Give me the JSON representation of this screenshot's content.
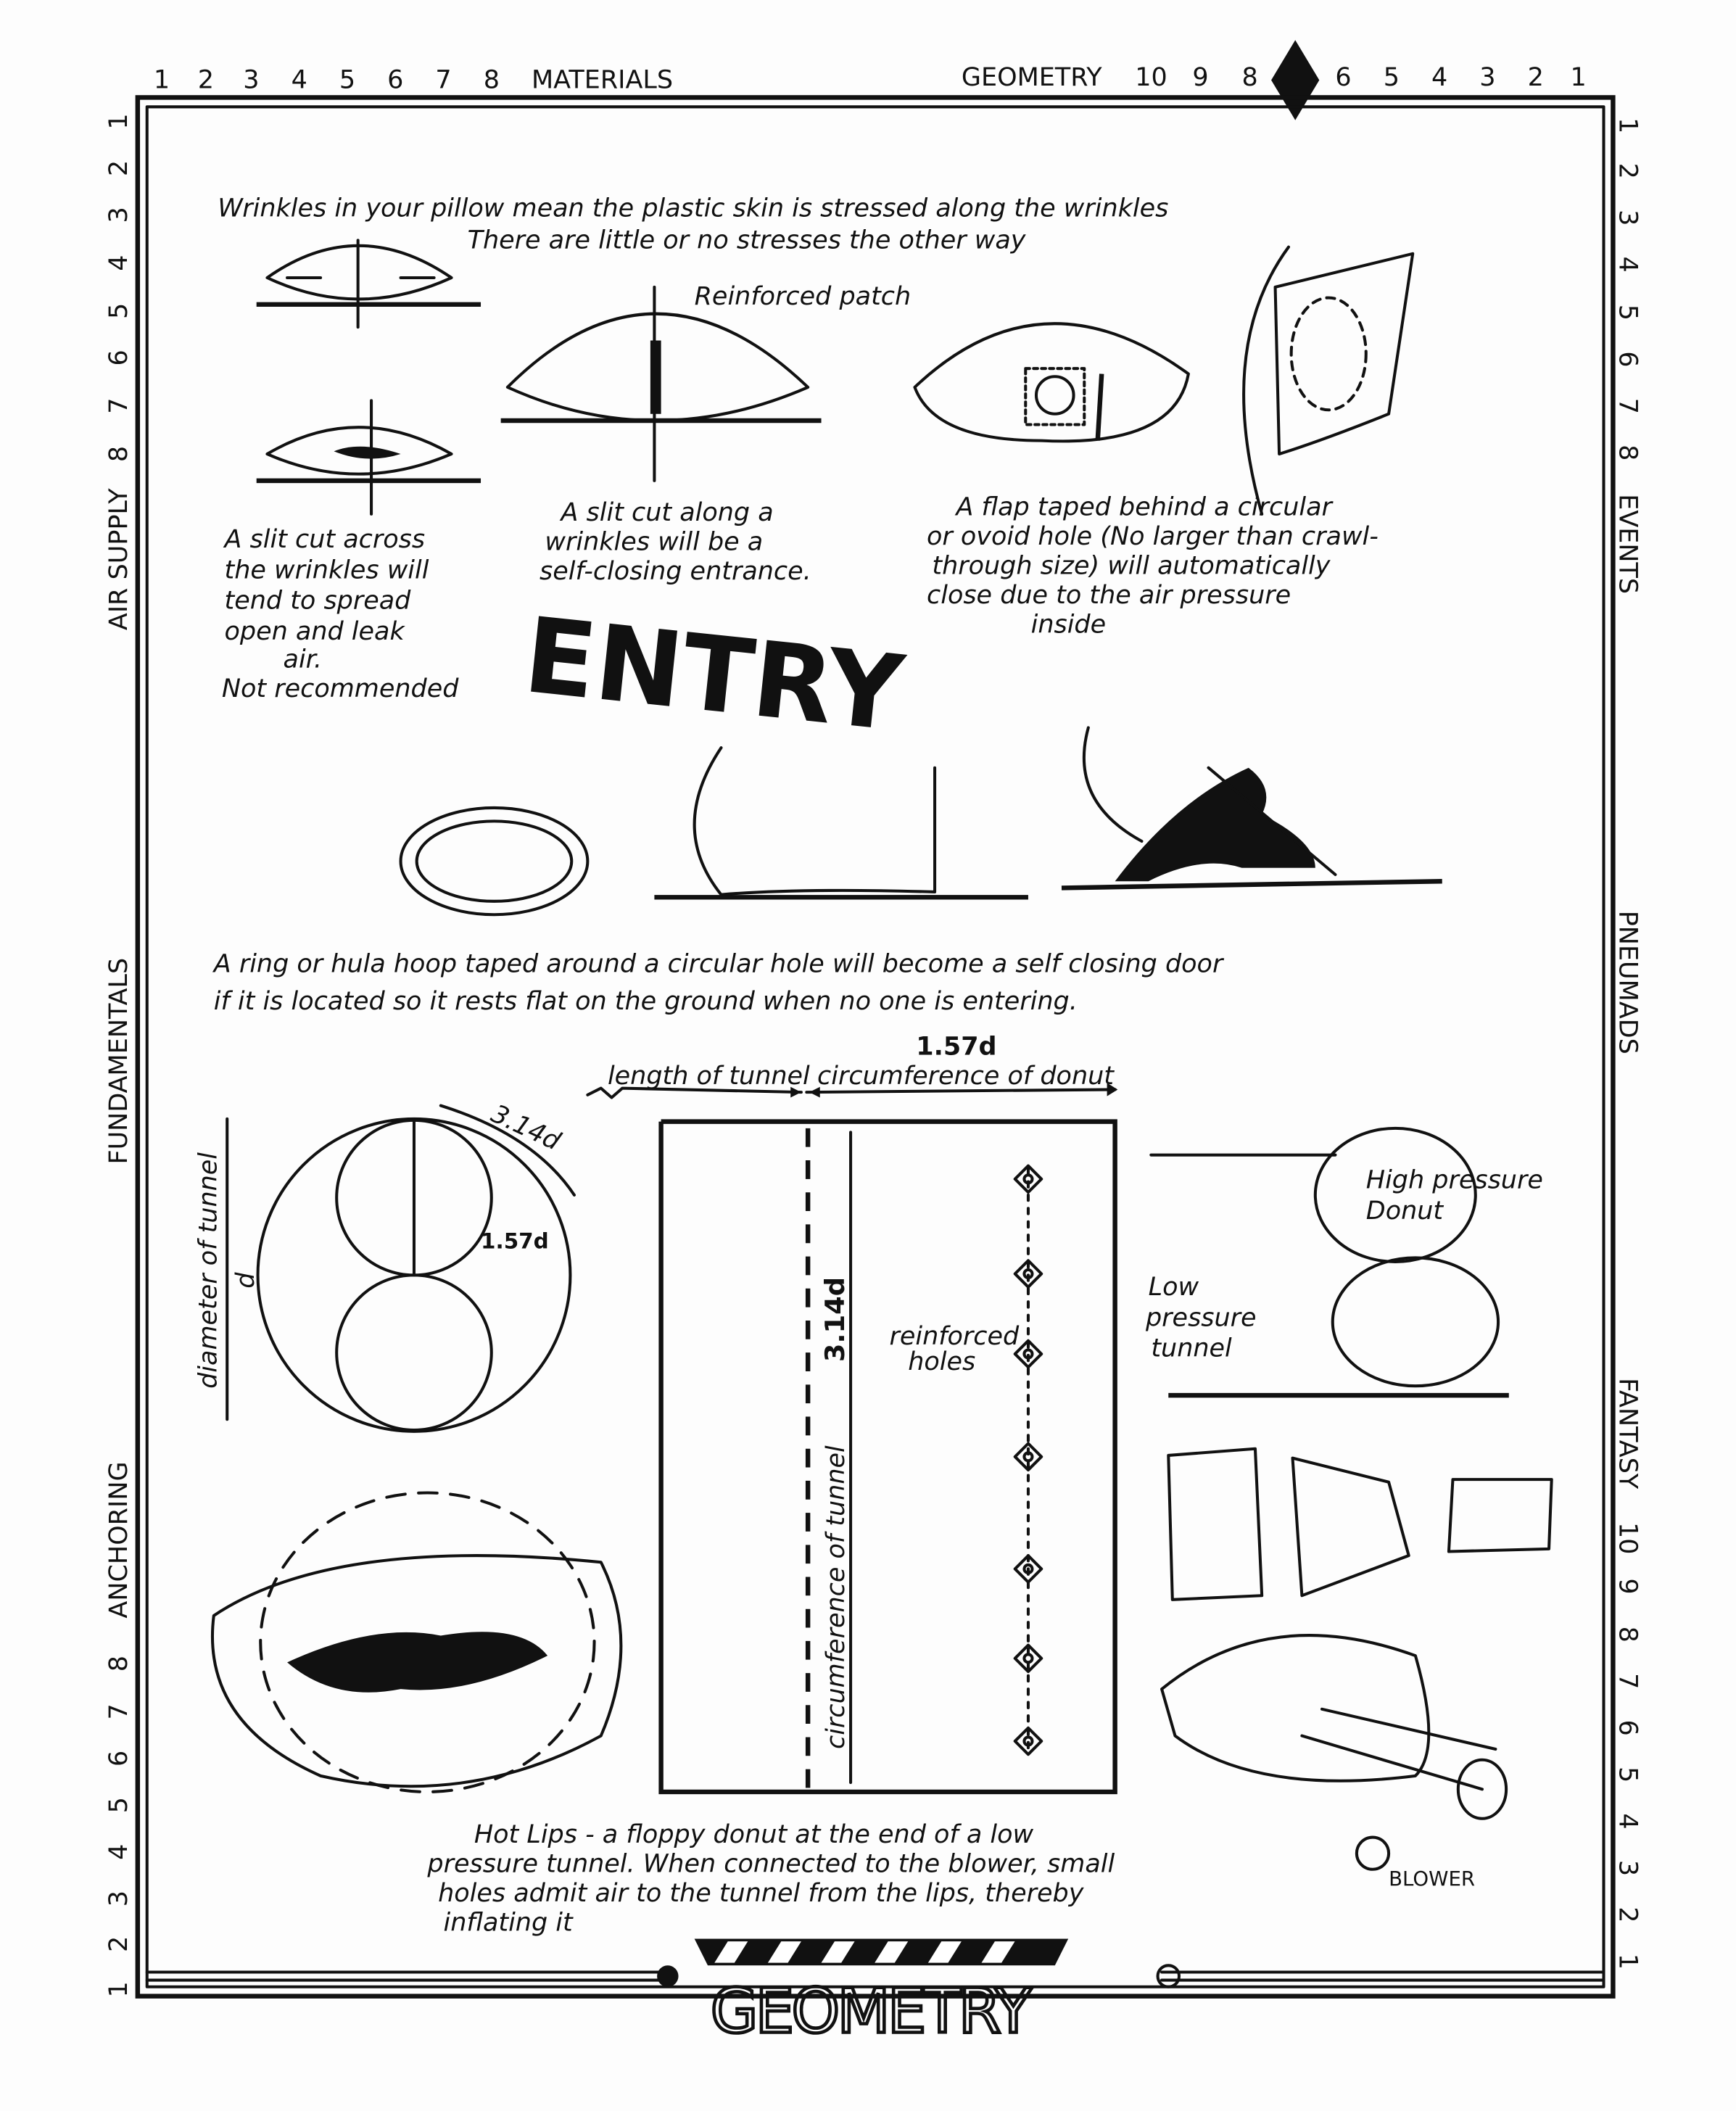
{
  "header": {
    "left_numbers": [
      "1",
      "2",
      "3",
      "4",
      "5",
      "6",
      "7",
      "8"
    ],
    "left_label": "MATERIALS",
    "right_label": "GEOMETRY",
    "right_numbers": [
      "10",
      "9",
      "8",
      "6",
      "5",
      "4",
      "3",
      "2",
      "1"
    ]
  },
  "left_margin": {
    "top_numbers": [
      "1",
      "2",
      "3",
      "4",
      "5",
      "6",
      "7",
      "8"
    ],
    "labels": [
      "AIR SUPPLY",
      "FUNDAMENTALS",
      "ANCHORING"
    ],
    "bottom_numbers": [
      "8",
      "7",
      "6",
      "5",
      "4",
      "3",
      "2",
      "1"
    ]
  },
  "right_margin": {
    "top_numbers": [
      "1",
      "2",
      "3",
      "4",
      "5",
      "6",
      "7",
      "8"
    ],
    "labels": [
      "EVENTS",
      "PNEUMADS",
      "FANTASY"
    ],
    "bottom_numbers": [
      "10",
      "9",
      "8",
      "7",
      "6",
      "5",
      "4",
      "3",
      "2",
      "1"
    ]
  },
  "title": "ENTRY",
  "intro": {
    "line1": "Wrinkles in your pillow mean the plastic skin is stressed along the wrinkles",
    "line2": "There are little or no stresses the other way"
  },
  "reinforced_patch": "Reinforced patch",
  "slit_across": [
    "A slit cut across",
    "the wrinkles will",
    "tend to spread",
    "open and leak",
    "air.",
    "Not recommended"
  ],
  "slit_along": [
    "A slit cut along a",
    "wrinkles will be a",
    "self-closing entrance."
  ],
  "flap": [
    "A flap taped behind a circular",
    "or ovoid hole (No larger than crawl-",
    "through size) will automatically",
    "close due to the air pressure",
    "inside"
  ],
  "ring": {
    "line1": "A ring or hula hoop taped around a circular hole will become a self closing door",
    "line2": "if it is located so it rests flat on the ground when no one is entering."
  },
  "dimensions": {
    "top_value": "1.57d",
    "length_label": "length of tunnel",
    "circ_donut_label": "circumference of donut",
    "circ_tunnel_label": "circumference of tunnel",
    "circ_tunnel_value": "3.14d",
    "reinforced_holes": [
      "reinforced",
      "holes"
    ],
    "arc_label": "3.14d",
    "small_label": "1.57d",
    "diameter_label": "diameter of tunnel",
    "d_label": "d"
  },
  "pressure": {
    "high": [
      "High pressure",
      "Donut"
    ],
    "low": [
      "Low",
      "pressure",
      "tunnel"
    ]
  },
  "hot_lips": [
    "Hot Lips - a floppy donut at the end of a low",
    "pressure tunnel. When connected to the blower, small",
    "holes admit air to the tunnel from the lips, thereby",
    "inflating it"
  ],
  "blower": "BLOWER",
  "footer_logo": "GEOMETRY"
}
